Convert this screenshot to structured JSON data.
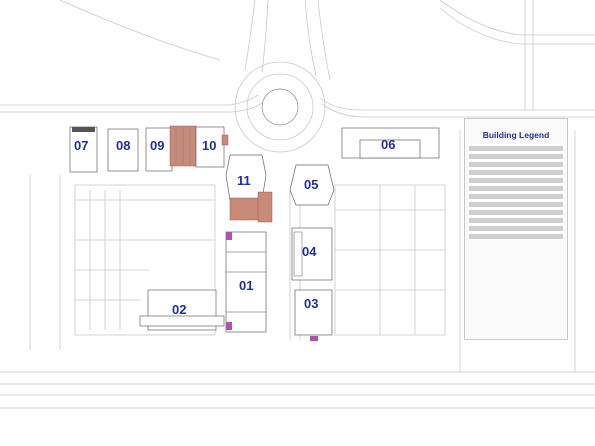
{
  "legend": {
    "title": "Building Legend"
  },
  "buildings": [
    {
      "id": "01",
      "label": "01"
    },
    {
      "id": "02",
      "label": "02"
    },
    {
      "id": "03",
      "label": "03"
    },
    {
      "id": "04",
      "label": "04"
    },
    {
      "id": "05",
      "label": "05"
    },
    {
      "id": "06",
      "label": "06"
    },
    {
      "id": "07",
      "label": "07"
    },
    {
      "id": "08",
      "label": "08"
    },
    {
      "id": "09",
      "label": "09"
    },
    {
      "id": "10",
      "label": "10"
    },
    {
      "id": "11",
      "label": "11"
    }
  ],
  "colors": {
    "label": "#1f2fa0",
    "brick": "#c98a78",
    "accent": "#b050b0"
  }
}
